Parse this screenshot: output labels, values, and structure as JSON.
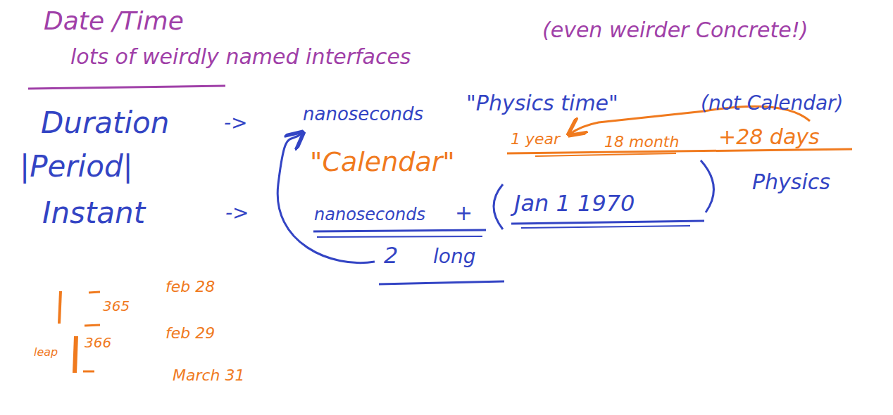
{
  "diagram": {
    "title": "Date /Time",
    "labels": [
      "lots of weirdly named interfaces",
      "(even weirder Concrete!)",
      "Duration",
      "->",
      "nanoseconds",
      "\"Physics time\"",
      "(not Calendar)",
      "|Period|",
      "\"Calendar\"",
      "1 year",
      "18 month",
      "+28 days",
      "Instant",
      "->",
      "nanoseconds",
      "+",
      "Jan 1 1970",
      "Physics",
      "2",
      "long",
      "365",
      "feb 28",
      "leap",
      "366",
      "feb 29",
      "March 31"
    ]
  }
}
